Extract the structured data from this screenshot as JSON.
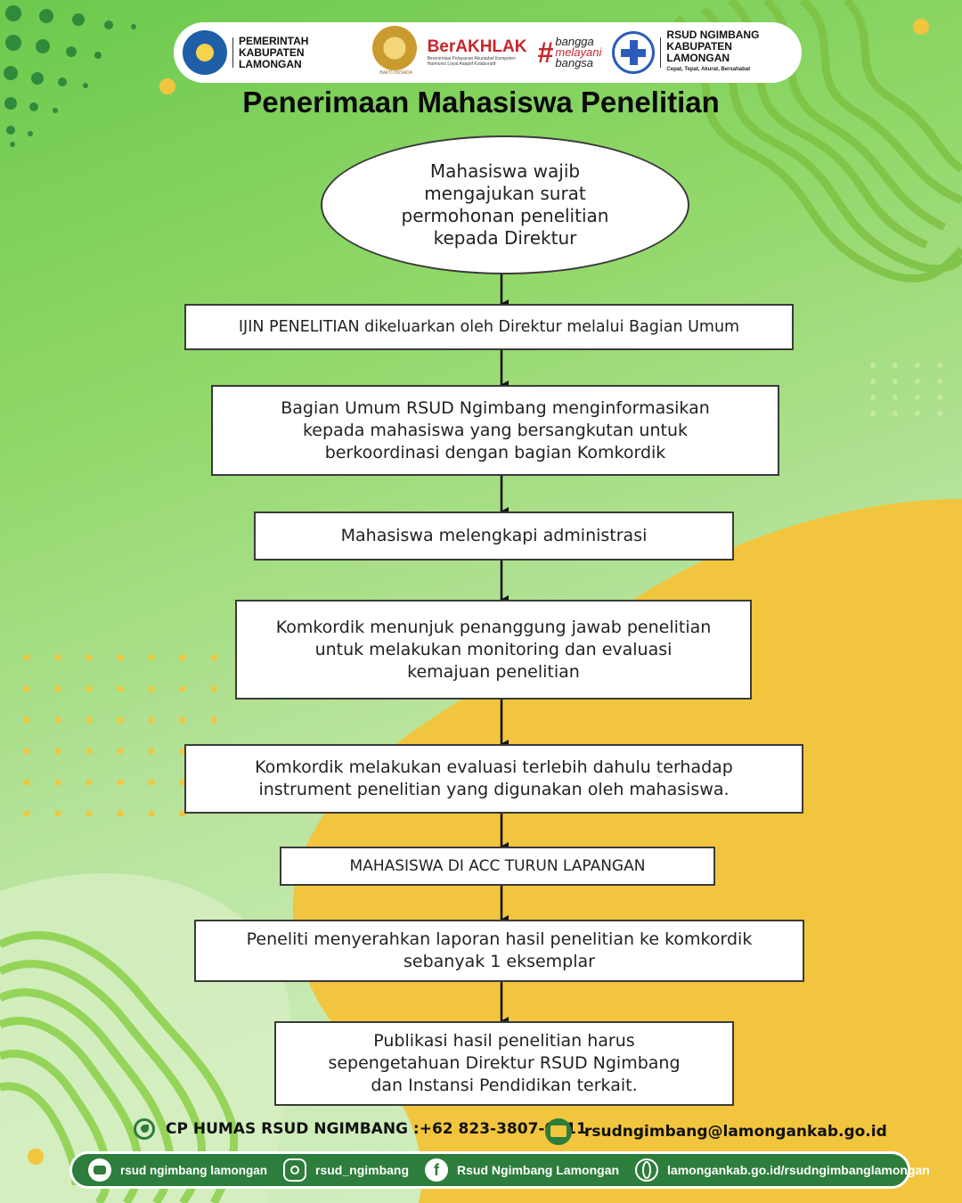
{
  "header": {
    "gov_line1": "PEMERINTAH",
    "gov_line2": "KABUPATEN LAMONGAN",
    "emblem_label": "BAKTI HUSADA",
    "berakhlak": "BerAKHLAK",
    "berakhlak_sub": "Berorientasi Pelayanan Akuntabel Kompeten Harmonis Loyal Adaptif Kolaboratif",
    "bangga_line1": "bangga",
    "bangga_line2": "melayani",
    "bangga_line3": "bangsa",
    "rsud_line1": "RSUD NGIMBANG",
    "rsud_line2": "KABUPATEN LAMONGAN",
    "rsud_tagline": "Cepat, Tepat, Akurat, Bersahabat"
  },
  "title": "Penerimaan Mahasiswa Penelitian",
  "flow": {
    "steps": [
      "Mahasiswa wajib\nmengajukan surat\npermohonan penelitian\nkepada Direktur",
      "IJIN PENELITIAN dikeluarkan oleh Direktur melalui Bagian Umum",
      "Bagian Umum RSUD Ngimbang menginformasikan\nkepada mahasiswa yang bersangkutan untuk\nberkoordinasi dengan bagian Komkordik",
      "Mahasiswa melengkapi administrasi",
      "Komkordik menunjuk penanggung jawab penelitian\nuntuk melakukan monitoring dan evaluasi\nkemajuan penelitian",
      "Komkordik melakukan evaluasi terlebih dahulu terhadap\ninstrument penelitian yang digunakan oleh mahasiswa.",
      "MAHASISWA DI ACC TURUN LAPANGAN",
      "Peneliti menyerahkan laporan hasil penelitian ke komkordik\nsebanyak 1 eksemplar",
      "Publikasi hasil penelitian harus\nsepengetahuan Direktur RSUD Ngimbang\ndan Instansi Pendidikan terkait."
    ]
  },
  "footer": {
    "phone_label": "CP HUMAS RSUD NGIMBANG :+62 823-3807-0011",
    "email": "rsudngimbang@lamongankab.go.id",
    "youtube": "rsud ngimbang lamongan",
    "instagram": "rsud_ngimbang",
    "facebook": "Rsud Ngimbang Lamongan",
    "website": "lamongankab.go.id/rsudngimbanglamongan"
  },
  "colors": {
    "accent_green": "#2d7d3c",
    "yellow_blob": "#f2c53f",
    "brand_red": "#c7262c"
  }
}
